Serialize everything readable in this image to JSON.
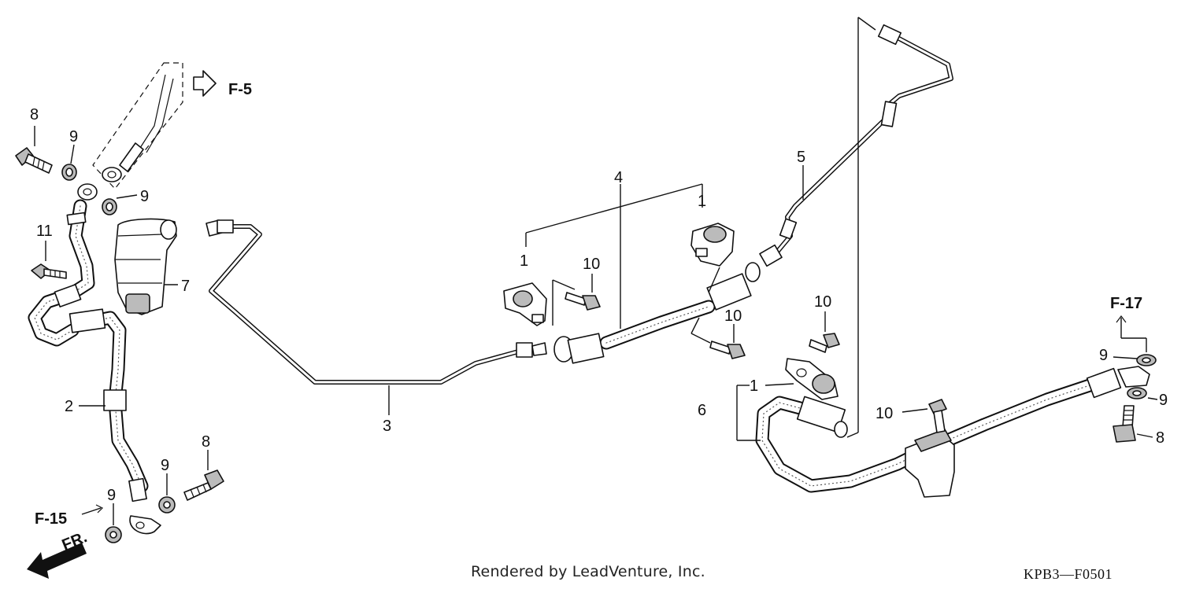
{
  "callouts": {
    "p1a": "1",
    "p1b": "1",
    "p1c": "1",
    "p2": "2",
    "p3": "3",
    "p4": "4",
    "p5": "5",
    "p6": "6",
    "p7": "7",
    "p8a": "8",
    "p8b": "8",
    "p8c": "8",
    "p9a": "9",
    "p9b": "9",
    "p9c": "9",
    "p9d": "9",
    "p9e": "9",
    "p9f": "9",
    "p10a": "10",
    "p10b": "10",
    "p10c": "10",
    "p10d": "10",
    "p11": "11"
  },
  "references": {
    "f5": "F-5",
    "f15": "F-15",
    "f17": "F-17",
    "front": "FR."
  },
  "footer": {
    "credit": "Rendered by LeadVenture, Inc.",
    "code": "KPB3—F0501"
  }
}
